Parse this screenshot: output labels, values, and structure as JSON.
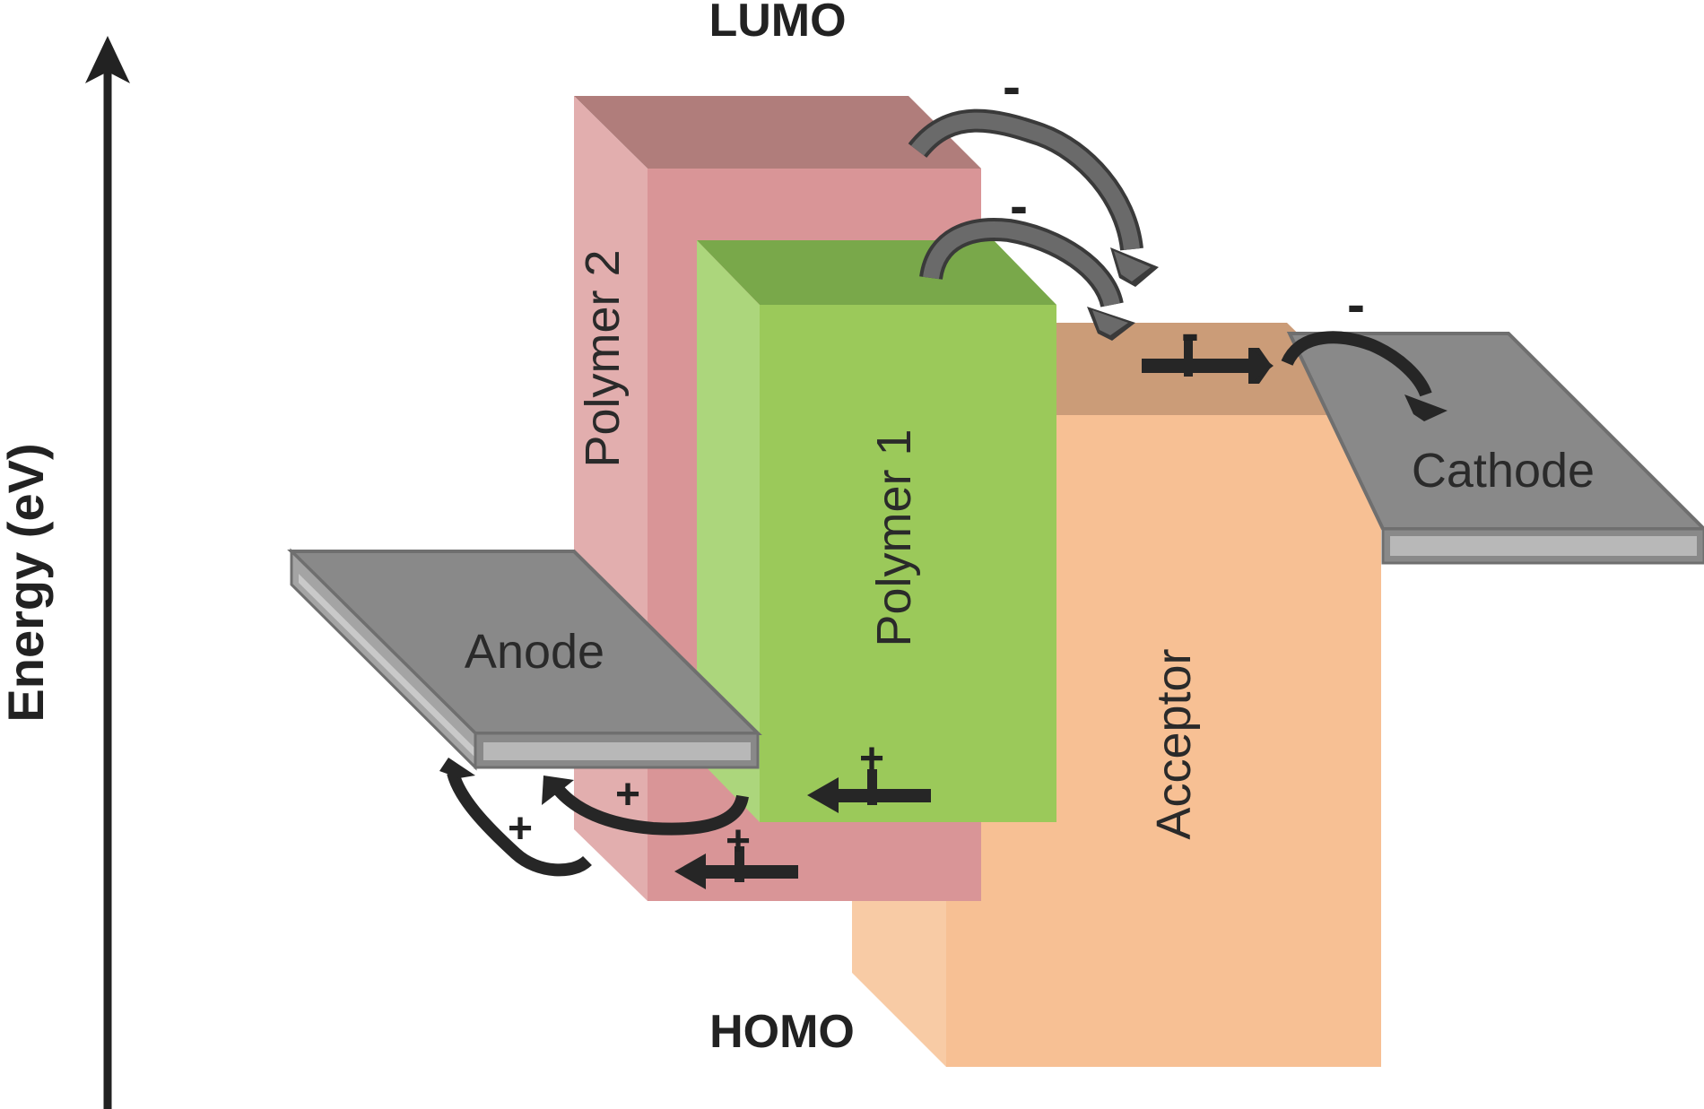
{
  "labels": {
    "lumo": "LUMO",
    "homo": "HOMO",
    "energy_axis": "Energy (eV)"
  },
  "blocks": {
    "polymer2": "Polymer 2",
    "polymer1": "Polymer 1",
    "acceptor": "Acceptor",
    "anode": "Anode",
    "cathode": "Cathode"
  },
  "charges": {
    "electron": "-",
    "hole": "+"
  },
  "colors": {
    "polymer2": "#d99597",
    "polymer1": "#9bc95a",
    "acceptor": "#f7c094",
    "electrode": "#898989",
    "electron_arrow": "#5a5a5a",
    "hole_arrow": "#262626"
  }
}
